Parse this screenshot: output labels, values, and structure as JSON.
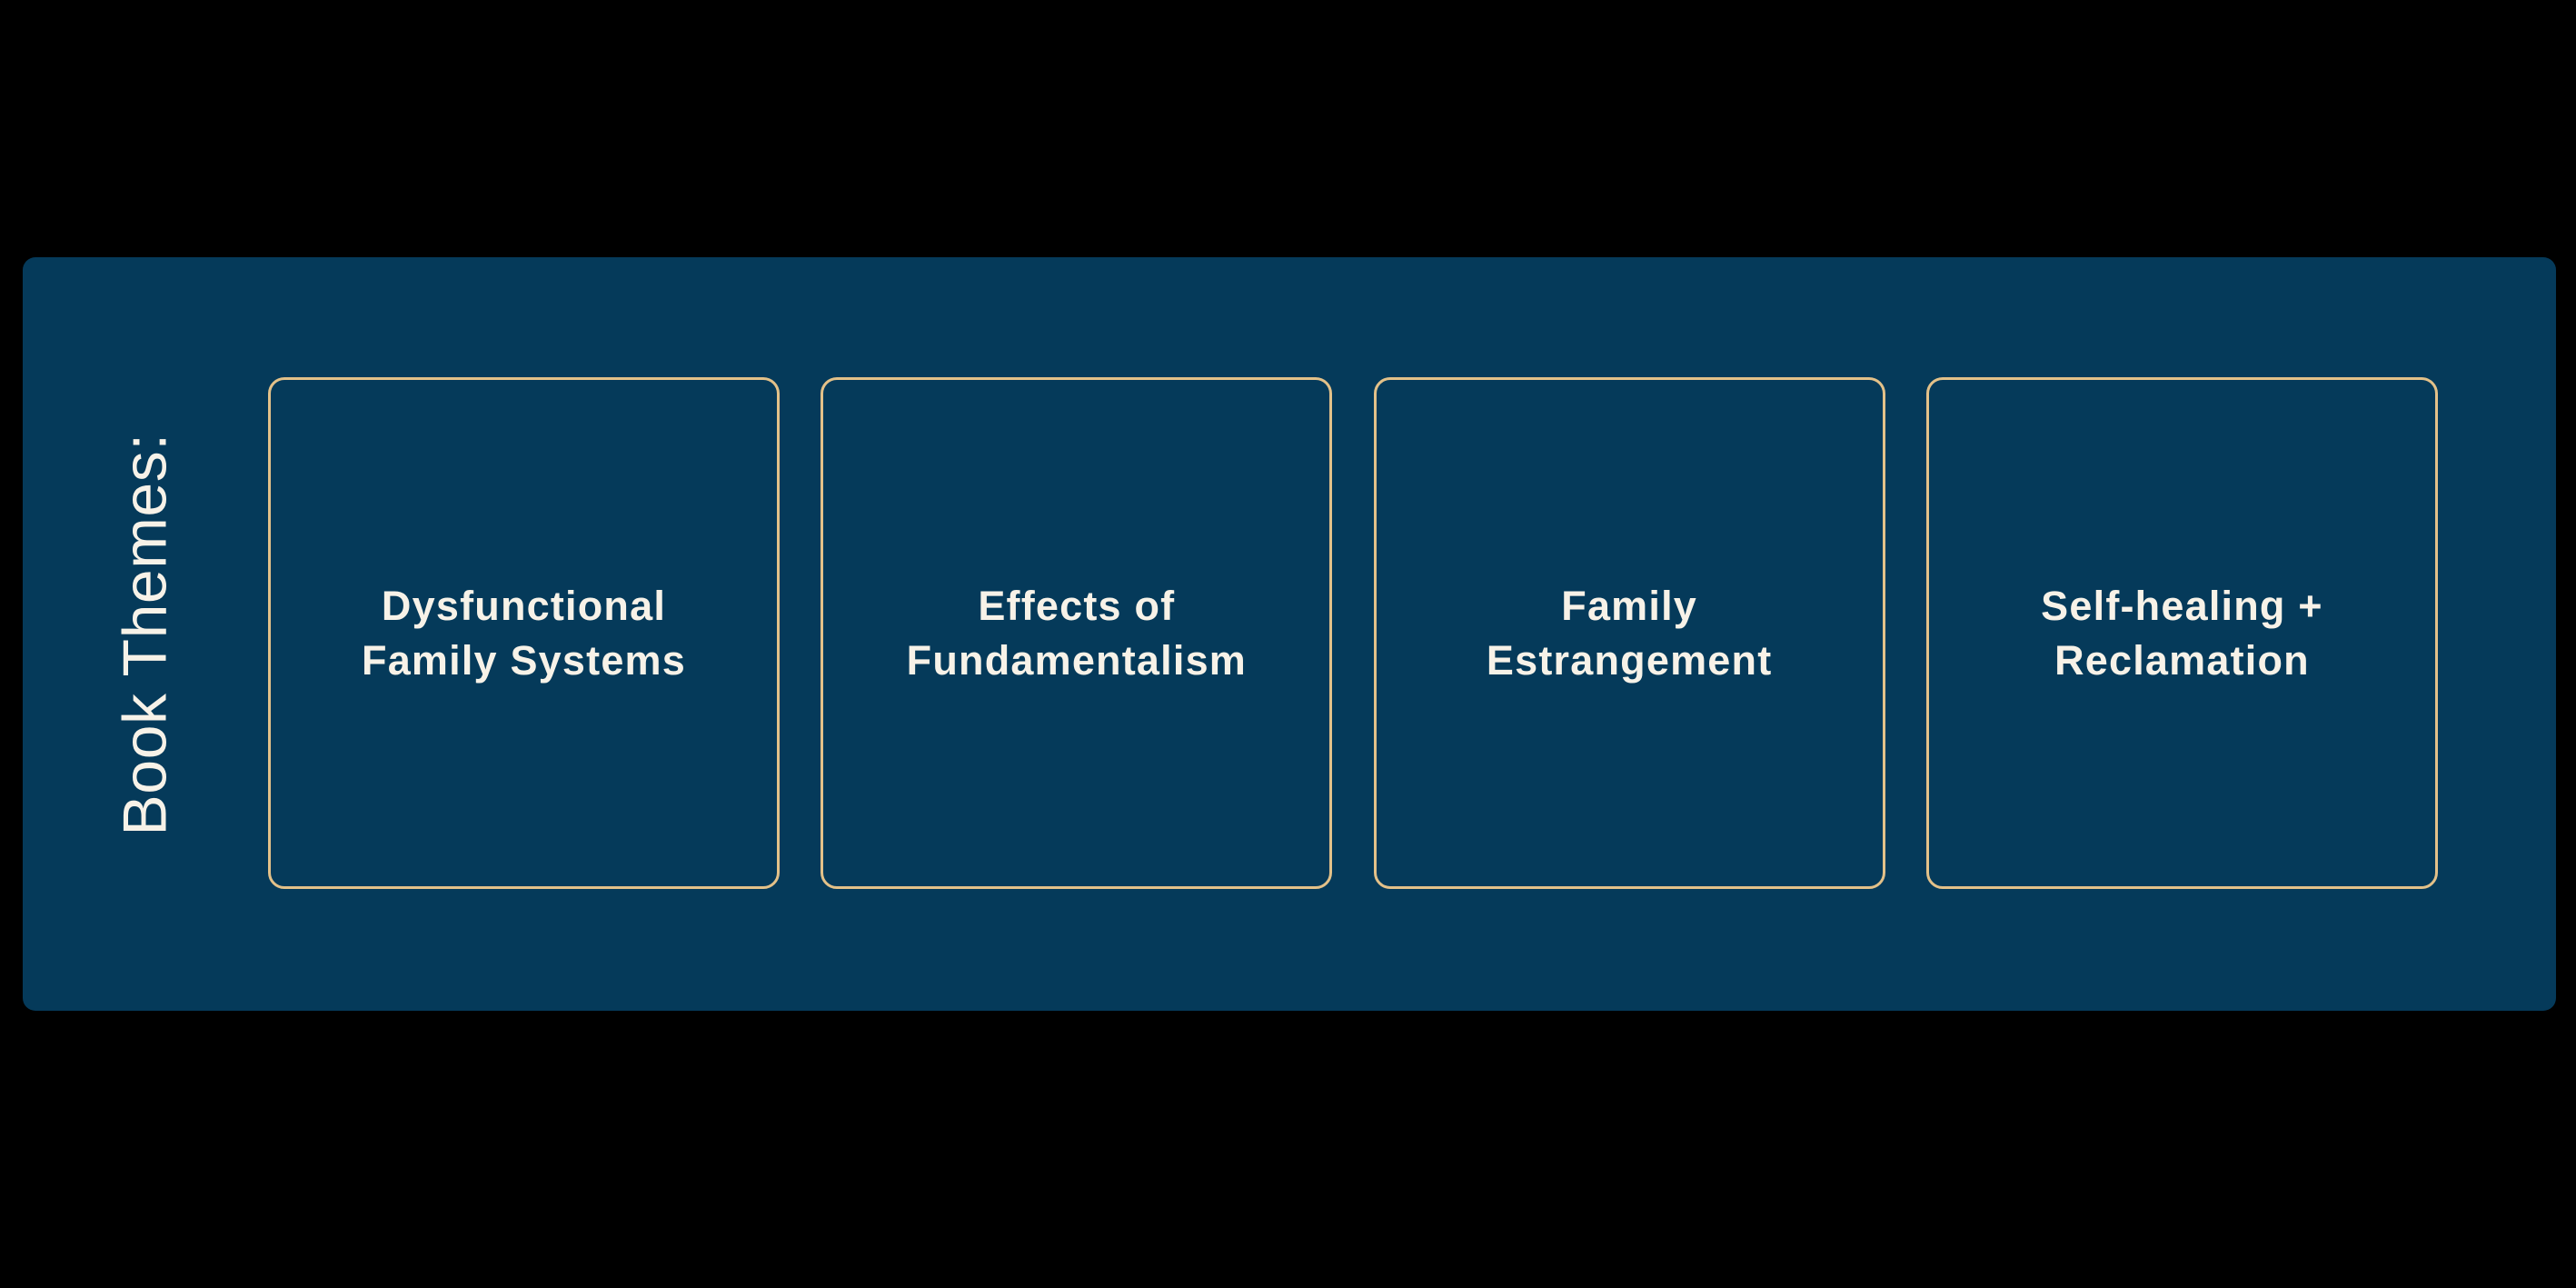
{
  "colors": {
    "page_background": "#000000",
    "panel_background": "#053A5A",
    "card_border": "#E3C189",
    "text": "#F7F2E8"
  },
  "panel": {
    "side_label": "Book Themes:"
  },
  "cards": [
    {
      "label": "Dysfunctional\nFamily Systems"
    },
    {
      "label": "Effects of\nFundamentalism"
    },
    {
      "label": "Family\nEstrangement"
    },
    {
      "label": "Self-healing +\nReclamation"
    }
  ]
}
